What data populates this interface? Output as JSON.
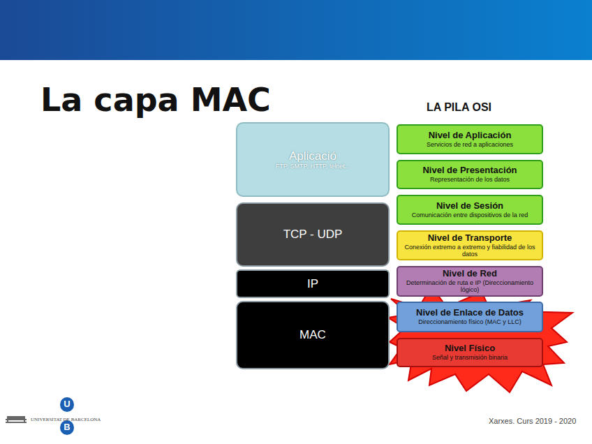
{
  "diagram": {
    "title": "La capa MAC",
    "nodes": [
      {
        "text": [
          "Aplicació",
          "FTP, SMTP, HTTP, telnet..."
        ]
      },
      {
        "text": [
          "TCP - UDP"
        ]
      },
      {
        "text": [
          "IP"
        ]
      },
      {
        "text": [
          "MAC"
        ]
      },
      {
        "text": [
          "Nivel de Aplicación",
          "Servicios de red a aplicaciones"
        ]
      },
      {
        "text": [
          "Nivel de Presentación",
          "Representación de los datos"
        ]
      },
      {
        "text": [
          "Nivel de Sesión",
          "Comunicación entre dispositivos de la red"
        ]
      },
      {
        "text": [
          "Nivel de Transporte",
          "Conexión extremo a extremo y fiabilidad de los datos"
        ]
      },
      {
        "text": [
          "Nivel de Red",
          "Determinación de ruta e IP (Direccionamiento lógico)"
        ]
      },
      {
        "text": [
          "Nivel de Enlace de Datos",
          "Direccionamiento físico (MAC y LLC)"
        ]
      },
      {
        "text": [
          "Nivel Físico",
          "Señal y transmisión binaria"
        ]
      },
      {
        "text": [
          "U"
        ]
      },
      {
        "text": [
          "B"
        ]
      }
    ],
    "labels": [
      "LA PILA OSI",
      "UNIVERSITAT DE BARCELONA",
      "Xarxes. Curs 2019 - 2020"
    ]
  }
}
